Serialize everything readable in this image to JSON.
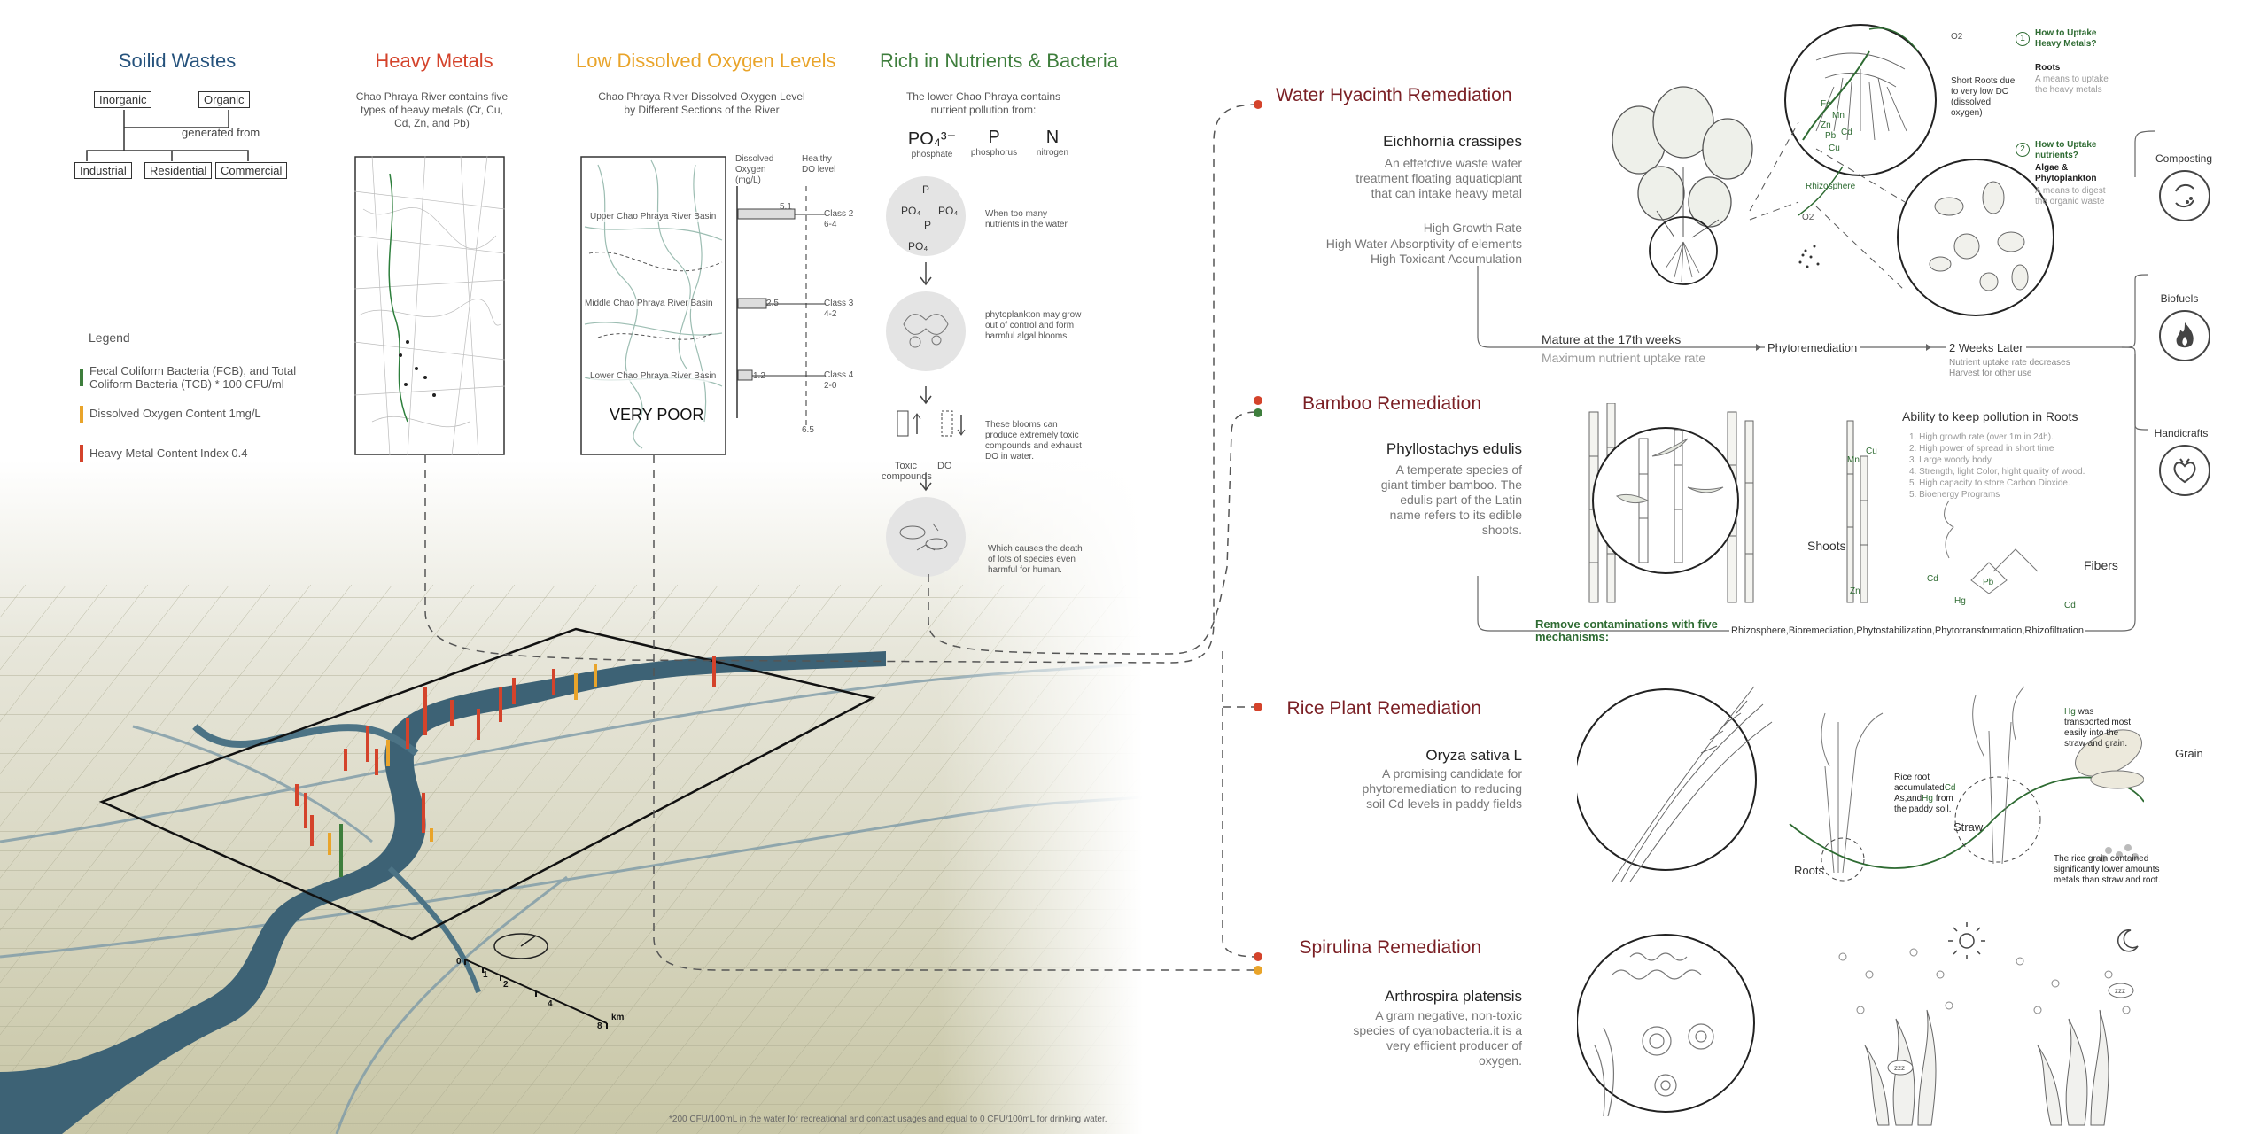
{
  "colors": {
    "solid_wastes": "#25527c",
    "heavy_metals": "#d4432b",
    "low_do": "#e9a42a",
    "nutrients": "#3e7e3c",
    "remediation": "#7a1f24",
    "green_text": "#2e6b32"
  },
  "solid_wastes": {
    "title": "Soilid Wastes",
    "inorganic": "Inorganic",
    "organic": "Organic",
    "generated_from": "generated from",
    "industrial": "Industrial",
    "residential": "Residential",
    "commercial": "Commercial"
  },
  "heavy_metals": {
    "title": "Heavy Metals",
    "desc": "Chao Phraya River contains five types of heavy metals (Cr, Cu, Cd, Zn, and Pb)"
  },
  "low_do": {
    "title": "Low Dissolved Oxygen Levels",
    "desc": "Chao Phraya River Dissolved Oxygen Level by Different Sections of the River",
    "dissolved_label": "Dissolved Oxygen (mg/L)",
    "healthy_label": "Healthy DO level",
    "map_caption": "VERY POOR",
    "sections": [
      {
        "name": "Upper Chao Phraya River Basin",
        "value": "5.1",
        "class_name": "Class 2",
        "class_range": "6-4"
      },
      {
        "name": "Middle Chao Phraya River Basin",
        "value": "2.5",
        "class_name": "Class 3",
        "class_range": "4-2"
      },
      {
        "name": "Lower Chao Phraya River Basin",
        "value": "1.2",
        "class_name": "Class 4",
        "class_range": "2-0"
      }
    ],
    "healthy_value": "6.5"
  },
  "nutrients": {
    "title": "Rich in Nutrients & Bacteria",
    "desc": "The lower Chao Phraya contains nutrient pollution from:",
    "symbols": [
      {
        "symbol": "PO₄³⁻",
        "label": "phosphate"
      },
      {
        "symbol": "P",
        "label": "phosphorus"
      },
      {
        "symbol": "N",
        "label": "nitrogen"
      }
    ],
    "steps": [
      "When too many nutrients in the water",
      "phytoplankton may grow out of control and form harmful algal blooms.",
      "These blooms can produce extremely toxic compounds and exhaust DO in water.",
      "Which causes the death of lots of species even harmful for human."
    ],
    "toxic_label": "Toxic compounds",
    "do_label": "DO"
  },
  "legend": {
    "title": "Legend",
    "items": [
      {
        "label": "Fecal Coliform Bacteria (FCB), and Total Coliform Bacteria (TCB) * 100 CFU/ml",
        "color": "#3e7e3c"
      },
      {
        "label": "Dissolved Oxygen Content 1mg/L",
        "color": "#e9a42a"
      },
      {
        "label": "Heavy Metal Content Index 0.4",
        "color": "#d4432b"
      }
    ]
  },
  "scale": {
    "ticks": [
      "0",
      "1",
      "2",
      "4",
      "8"
    ],
    "unit": "km"
  },
  "footnote": "*200 CFU/100mL in the water for recreational and contact usages and equal to 0 CFU/100mL for drinking water.",
  "water_hyacinth": {
    "title": "Water Hyacinth Remediation",
    "species": "Eichhornia crassipes",
    "desc": "An effefctive waste water treatment floating aquaticplant that can intake heavy metal",
    "features": [
      "High Growth Rate",
      "High Water Absorptivity of elements",
      "High Toxicant Accumulation"
    ],
    "mature": "Mature at the 17th weeks",
    "max_uptake": "Maximum nutrient uptake rate",
    "phyto": "Phytoremediation",
    "weeks_later": "2 Weeks Later",
    "decrease_1": "Nutrient uptake rate decreases",
    "decrease_2": "Harvest for other use",
    "o2_top": "O2",
    "o2_mid": "O2",
    "rhizosphere": "Rhizosphere",
    "metals": [
      "Fe",
      "Mn",
      "Zn",
      "Pb",
      "Cd",
      "Cu"
    ],
    "short_roots": "Short Roots due to very low DO (dissolved oxygen)",
    "q1_num": "1",
    "q1_title": "How to Uptake Heavy Metals?",
    "q1_answer": "Roots",
    "q1_desc": "A means to uptake the heavy metals",
    "q2_num": "2",
    "q2_title": "How to Uptake nutrients?",
    "q2_answer": "Algae & Phytoplankton",
    "q2_desc": "A means to digest the organic waste",
    "uses": [
      "Composting",
      "Biofuels",
      "Handicrafts"
    ]
  },
  "bamboo": {
    "title": "Bamboo Remediation",
    "species": "Phyllostachys edulis",
    "desc": "A temperate species of giant timber bamboo. The edulis part of the Latin name refers to its edible shoots.",
    "ability_title": "Ability to keep pollution in Roots",
    "ability_items": [
      "1. High growth rate (over 1m in 24h).",
      "2. High power of spread in short time",
      "3. Large woody body",
      "4. Strength, light Color, hight quality of wood.",
      "5. High capacity to store Carbon Dioxide.",
      "5. Bioenergy Programs"
    ],
    "shoots": "Shoots",
    "fibers": "Fibers",
    "metals": [
      "Mn",
      "Cu",
      "Zn",
      "Cd",
      "Hg",
      "Pb",
      "Cd"
    ],
    "remove_label": "Remove contaminations with five mechanisms:",
    "mechanisms": "Rhizosphere,Bioremediation,Phytostabilization,Phytotransformation,Rhizofiltration"
  },
  "rice": {
    "title": "Rice Plant Remediation",
    "species": "Oryza sativa L",
    "desc": "A promising candidate for phytoremediation to reducing soil Cd levels in paddy fields",
    "root_text_1": "Rice root accumulated",
    "root_metal_1": "Cd",
    "root_text_2": "As,and",
    "root_metal_2": "Hg",
    "root_text_3": "from the paddy soil.",
    "hg_metal": "Hg",
    "hg_text": "was transported most easily into the straw and grain.",
    "grain_text": "The rice grain contained significantly lower amounts metals than straw and root.",
    "roots": "Roots",
    "straw": "Straw",
    "grain": "Grain"
  },
  "spirulina": {
    "title": "Spirulina Remediation",
    "species": "Arthrospira platensis",
    "desc": "A gram negative, non-toxic species of cyanobacteria.it is a very efficient producer of oxygen.",
    "zzz": "zzz"
  }
}
